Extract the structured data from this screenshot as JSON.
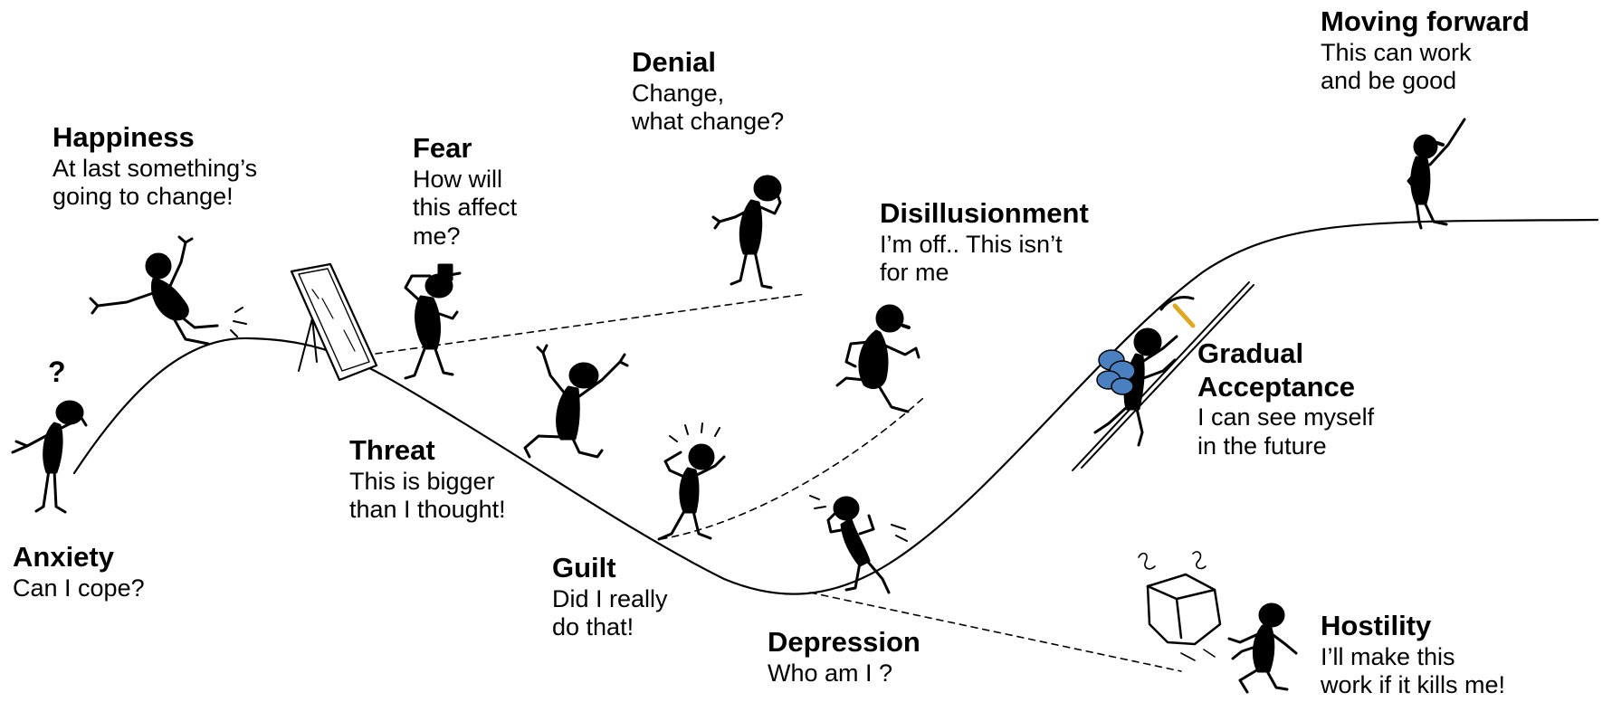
{
  "stages": [
    {
      "id": "anxiety",
      "title": "Anxiety",
      "text": "Can I cope?"
    },
    {
      "id": "happiness",
      "title": "Happiness",
      "text": "At last something’s\ngoing to change!"
    },
    {
      "id": "fear",
      "title": "Fear",
      "text": "How will\nthis affect\nme?"
    },
    {
      "id": "denial",
      "title": "Denial",
      "text": "Change,\nwhat change?"
    },
    {
      "id": "threat",
      "title": "Threat",
      "text": "This is bigger\nthan I thought!"
    },
    {
      "id": "guilt",
      "title": "Guilt",
      "text": "Did I really\ndo that!"
    },
    {
      "id": "disillusionment",
      "title": "Disillusionment",
      "text": "I’m off.. This isn’t\n for me"
    },
    {
      "id": "depression",
      "title": "Depression",
      "text": "Who am I ?"
    },
    {
      "id": "gradual_acceptance",
      "title": "Gradual\nAcceptance",
      "text": "I can see myself\nin the future"
    },
    {
      "id": "moving_forward",
      "title": "Moving forward",
      "text": "This can work\nand be good"
    },
    {
      "id": "hostility",
      "title": "Hostility",
      "text": "I’ll make this\nwork if it kills me!"
    }
  ],
  "question_mark": "?",
  "colors": {
    "line": "#000000",
    "backpack": "#4a7fc0",
    "pickaxe": "#e0a820",
    "background": "#ffffff"
  },
  "icons": [
    "person-figure-icon",
    "mirror-icon",
    "backpack-icon",
    "pickaxe-icon",
    "rock-icon"
  ]
}
